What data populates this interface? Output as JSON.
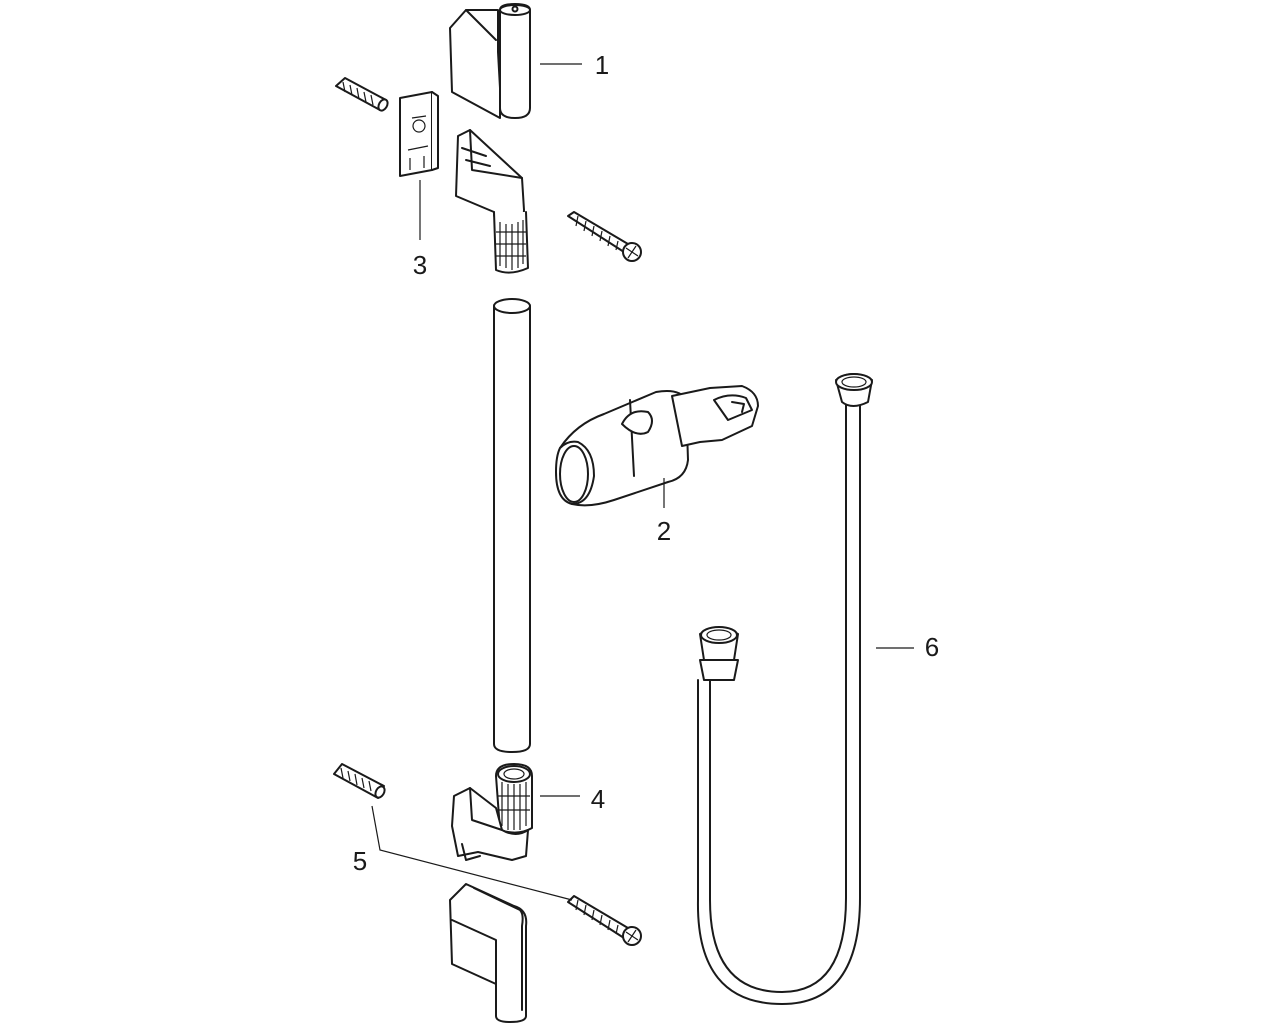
{
  "diagram": {
    "labels": {
      "part1": "1",
      "part2": "2",
      "part3": "3",
      "part4": "4",
      "part5": "5",
      "part6": "6"
    }
  }
}
